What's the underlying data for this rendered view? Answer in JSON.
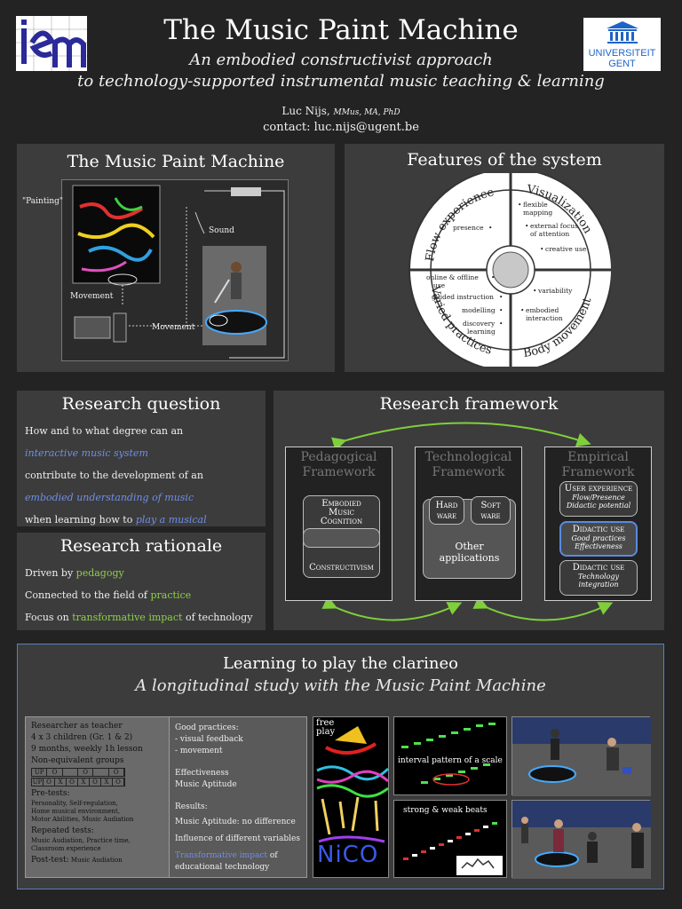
{
  "header": {
    "title": "The Music Paint Machine",
    "subtitle_1": "An embodied constructivist approach",
    "subtitle_2": "to technology-supported instrumental music teaching & learning",
    "author_name": "Luc Nijs,",
    "author_degrees": "MMus, MA, PhD",
    "contact": "contact: luc.nijs@ugent.be",
    "ugent_line1": "UNIVERSITEIT",
    "ugent_line2": "GENT"
  },
  "mpm": {
    "title": "The Music Paint Machine",
    "painting": "\"Painting\"",
    "sound": "Sound",
    "movement1": "Movement",
    "movement2": "Movement"
  },
  "features": {
    "title": "Features of the system",
    "flow": "Flow experience",
    "visualization": "Visualization",
    "varied": "Varied practices",
    "body": "Body movement",
    "presence": "presence",
    "flexible": "flexible",
    "mapping": "mapping",
    "ext1": "external focus",
    "ext2": "of attention",
    "creative": "creative use",
    "online1": "online & offline",
    "online2": "use",
    "guided": "guided instruction",
    "modelling": "modelling",
    "discovery1": "discovery",
    "discovery2": "learning",
    "variability": "variability",
    "embodied1": "embodied",
    "embodied2": "interaction"
  },
  "rq": {
    "title": "Research question",
    "l1": "How and to what degree can an",
    "l2": "interactive music system",
    "l3": "contribute to the development of an",
    "l4": "embodied understanding of music",
    "l5a": "when learning how to ",
    "l5b": "play a musical instrument",
    "l5c": "?"
  },
  "rr": {
    "title": "Research rationale",
    "l1a": "Driven by ",
    "l1b": "pedagogy",
    "l2a": "Connected to the field of ",
    "l2b": "practice",
    "l3a": "Focus on ",
    "l3b": "transformative impact",
    "l3c": " of technology"
  },
  "rf": {
    "title": "Research framework",
    "ped1": "Pedagogical",
    "ped2": "Framework",
    "tech1": "Technological",
    "tech2": "Framework",
    "emp1": "Empirical",
    "emp2": "Framework",
    "emb1": "Embodied",
    "emb2": "Music",
    "emb3": "Cognition",
    "constructivism": "Constructivism",
    "hard1": "Hard",
    "hard2": "ware",
    "soft1": "Soft",
    "soft2": "ware",
    "other": "Other applications",
    "ux": "User experience",
    "ux1": "Flow/Presence",
    "ux2": "Didactic potential",
    "du1": "Didactic use",
    "du1a": "Good practices",
    "du1b": "Effectiveness",
    "du2": "Didactic use",
    "du2a": "Technology",
    "du2b": "integration"
  },
  "clar": {
    "title": "Learning to play the clarineo",
    "subtitle": "A longitudinal study with the Music Paint Machine",
    "c1": {
      "l1": "Researcher as teacher",
      "l2": "4 x 3 children (Gr. 1 & 2)",
      "l3": "9 months, weekly 1h lesson",
      "l4": "Non-equivalent groups",
      "row1": [
        "UP",
        "O",
        "",
        "O",
        "",
        "O"
      ],
      "row2": [
        "UP",
        "O",
        "X",
        "O",
        "X",
        "O",
        "X",
        "O"
      ],
      "pre": "Pre-tests:",
      "pre1": "Personality, Self-regulation,",
      "pre2": "Home musical environment,",
      "pre3": "Motor Abilities, Music Audiation",
      "rep": "Repeated tests:",
      "rep1": "Music Audiation, Practice time,",
      "rep2": "Classroom experience",
      "post": "Post-test:",
      "post1": " Music Audiation"
    },
    "c2": {
      "gp": "Good practices:",
      "gp1": "- visual feedback",
      "gp2": "- movement",
      "eff": "Effectiveness",
      "eff1": "Music Aptitude",
      "res": "Results:",
      "res1": "Music Aptitude: no difference",
      "res2": "Influence of different variables",
      "res3a": "Transformative impact",
      "res3b": " of",
      "res4": "educational technology"
    },
    "free": "free",
    "play": "play",
    "interval": "interval pattern of a scale",
    "strong": "strong & weak beats",
    "nico": "NiCO"
  }
}
